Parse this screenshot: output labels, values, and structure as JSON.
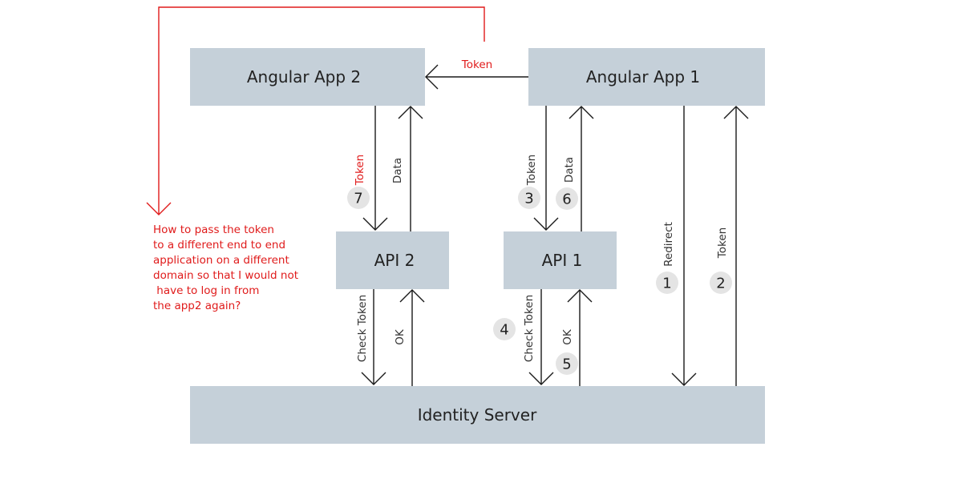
{
  "nodes": {
    "angular_app_2": "Angular App 2",
    "angular_app_1": "Angular App 1",
    "api_2": "API 2",
    "api_1": "API 1",
    "identity_server": "Identity Server"
  },
  "edges": {
    "app1_to_app2_token": "Token",
    "app2_to_api2_token": "Token",
    "api2_to_app2_data": "Data",
    "app1_to_api1_token": "Token",
    "api1_to_app1_data": "Data",
    "app1_to_ids_redirect": "Redirect",
    "ids_to_app1_token": "Token",
    "api2_to_ids_check": "Check Token",
    "ids_to_api2_ok": "OK",
    "api1_to_ids_check": "Check Token",
    "ids_to_api1_ok": "OK"
  },
  "steps": {
    "s1": "1",
    "s2": "2",
    "s3": "3",
    "s4": "4",
    "s5": "5",
    "s6": "6",
    "s7": "7"
  },
  "note": {
    "lines": [
      "How to pass the token",
      "to a different end to end",
      "application on a different",
      "domain so that I would not",
      " have to log in from",
      "the app2 again?"
    ]
  },
  "colors": {
    "box_fill": "#c5d0d9",
    "arrow": "#1a1a1a",
    "highlight": "#e01b1b",
    "step_circle": "#e4e4e4"
  }
}
